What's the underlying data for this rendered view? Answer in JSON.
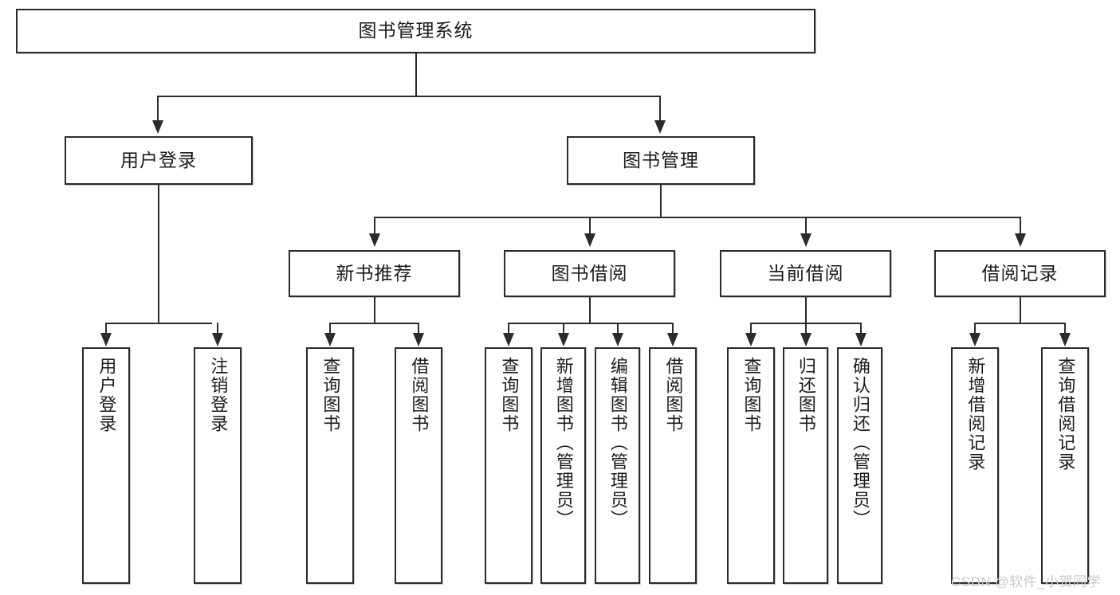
{
  "diagram": {
    "type": "tree",
    "title": "图书管理系统",
    "orientation": "top-down",
    "colors": {
      "box_border": "#2b2b2b",
      "box_fill": "#ffffff",
      "connector": "#2b2b2b",
      "text": "#1b1b1b",
      "watermark": "#c9c9c9",
      "background": "#ffffff"
    },
    "root": {
      "label": "图书管理系统"
    },
    "level2": [
      {
        "label": "用户登录"
      },
      {
        "label": "图书管理"
      }
    ],
    "level3": [
      {
        "label": "新书推荐"
      },
      {
        "label": "图书借阅"
      },
      {
        "label": "当前借阅"
      },
      {
        "label": "借阅记录"
      }
    ],
    "leaves": {
      "user_login": [
        {
          "label": "用户登录"
        },
        {
          "label": "注销登录"
        }
      ],
      "new_book_recommend": [
        {
          "label": "查询图书"
        },
        {
          "label": "借阅图书"
        }
      ],
      "book_borrow": [
        {
          "label": "查询图书"
        },
        {
          "label": "新增图书（管理员）"
        },
        {
          "label": "编辑图书（管理员）"
        },
        {
          "label": "借阅图书"
        }
      ],
      "current_borrow": [
        {
          "label": "查询图书"
        },
        {
          "label": "归还图书"
        },
        {
          "label": "确认归还（管理员）"
        }
      ],
      "borrow_record": [
        {
          "label": "新增借阅记录"
        },
        {
          "label": "查询借阅记录"
        }
      ]
    },
    "watermark": "CSDN @软件_小贺同学"
  }
}
